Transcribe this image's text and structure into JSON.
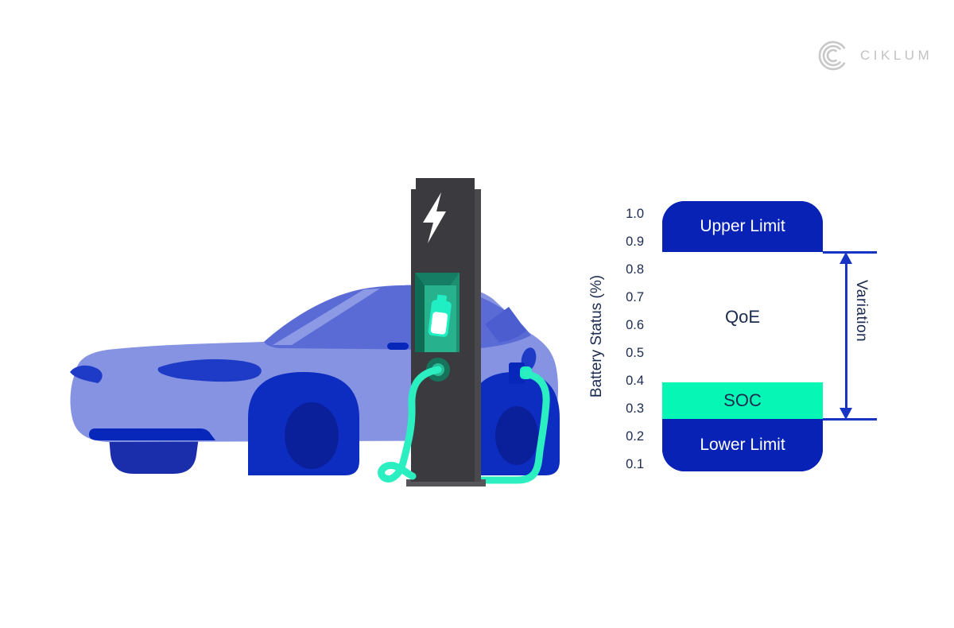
{
  "brand": {
    "name": "CIKLUM",
    "logo_icon": "ciklum-arcs-icon"
  },
  "illustration": {
    "subject": "electric car charging at a station",
    "icons": [
      "lightning-bolt-icon",
      "battery-charging-icon",
      "charging-cable",
      "charging-socket"
    ]
  },
  "chart": {
    "y_axis_label": "Battery Status (%)",
    "ticks": [
      "1.0",
      "0.9",
      "0.8",
      "0.7",
      "0.6",
      "0.5",
      "0.4",
      "0.3",
      "0.2",
      "0.1"
    ],
    "zones": [
      {
        "label": "Upper Limit"
      },
      {
        "label": "QoE"
      },
      {
        "label": "SOC"
      },
      {
        "label": "Lower Limit"
      }
    ],
    "variation_label": "Variation"
  },
  "chart_data": {
    "type": "bar",
    "note": "single stacked column of battery-status zones",
    "ylabel": "Battery Status (%)",
    "yticks": [
      1.0,
      0.9,
      0.8,
      0.7,
      0.6,
      0.5,
      0.4,
      0.3,
      0.2,
      0.1
    ],
    "ylim": [
      0.05,
      1.05
    ],
    "zones": [
      {
        "label": "Upper Limit",
        "from": 0.87,
        "to": 1.05,
        "color": "#0822B6",
        "text_color": "#FFFFFF"
      },
      {
        "label": "QoE",
        "from": 0.4,
        "to": 0.87,
        "color": "#FFFFFF",
        "text_color": "#1B2A4F"
      },
      {
        "label": "SOC",
        "from": 0.27,
        "to": 0.4,
        "color": "#06F6B5",
        "text_color": "#1B2A4F"
      },
      {
        "label": "Lower Limit",
        "from": 0.05,
        "to": 0.27,
        "color": "#0822B6",
        "text_color": "#FFFFFF"
      }
    ],
    "annotations": [
      {
        "label": "Variation",
        "shape": "double-headed-arrow",
        "from": 0.27,
        "to": 0.87,
        "side": "right"
      }
    ],
    "grid": false,
    "legend": false
  },
  "theme": {
    "zone-blue": "#0822B6",
    "line-blue": "#1834C4",
    "soc-green": "#06F6B5",
    "navy-text": "#1B2A4F",
    "logo-gray": "#C2C2C2",
    "car-body": "#8593E2",
    "car-cabin": "#5B6BD6",
    "car-strip": "#8C9AE6",
    "car-glass": "#4C5DD0",
    "car-accent": "#1E3BC7",
    "bright-blue": "#0627B9",
    "wheel-well": "#0D2CC0",
    "wheel-tire": "#0A209A",
    "wheel-far": "#1A2EAB",
    "station-gray": "#3B3B3F",
    "mint": "#1FEFC2",
    "cable": "#2BEFC1"
  }
}
